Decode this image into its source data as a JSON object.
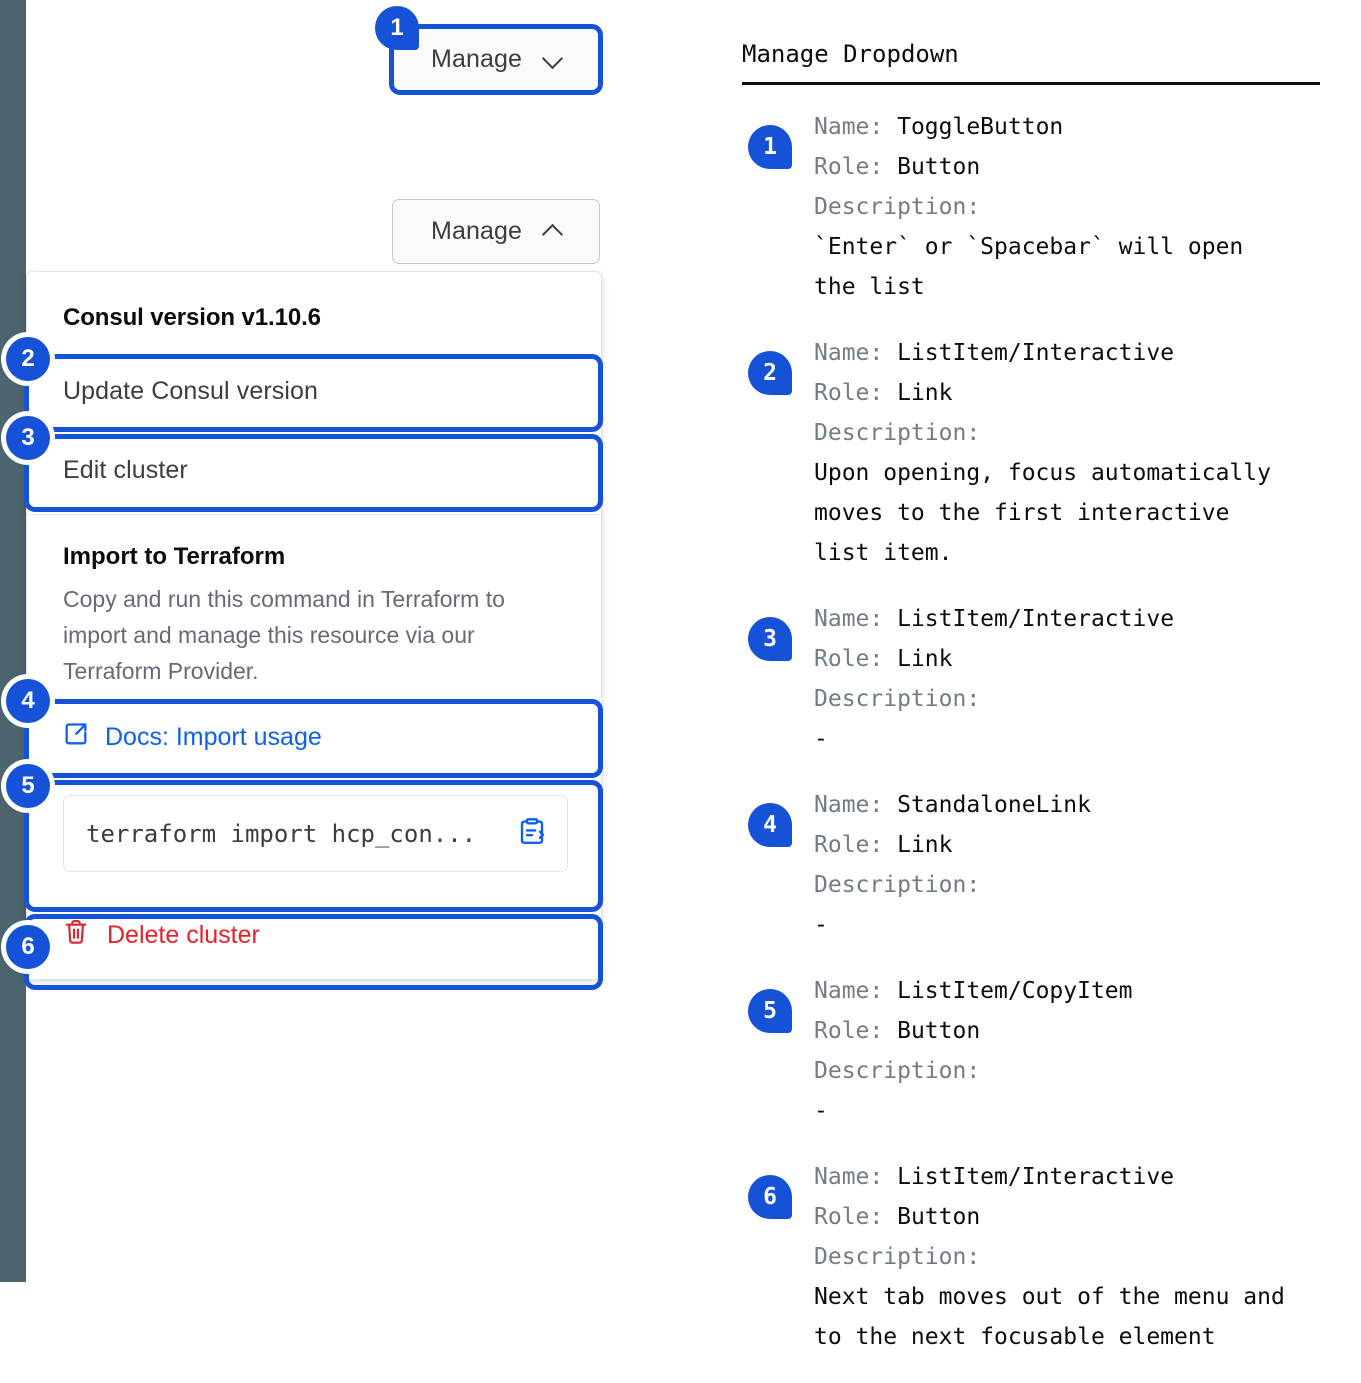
{
  "left_rail": {
    "color": "#4b646e"
  },
  "accent": {
    "blue": "#1552d8",
    "link": "#1060ee",
    "danger": "#e5232a"
  },
  "closed_button": {
    "label": "Manage",
    "icon": "chevron-down-icon"
  },
  "open_button": {
    "label": "Manage",
    "icon": "chevron-up-icon"
  },
  "dropdown": {
    "version_header": "Consul version v1.10.6",
    "items": [
      {
        "label": "Update Consul version"
      },
      {
        "label": "Edit cluster"
      }
    ],
    "terraform": {
      "title": "Import to Terraform",
      "body": "Copy and run this command in Terraform to import and manage this resource via our Terraform Provider.",
      "docs_link": "Docs: Import usage",
      "docs_icon": "external-link-icon",
      "command": "terraform import hcp_con...",
      "copy_icon": "copy-clipboard-icon"
    },
    "delete": {
      "label": "Delete cluster",
      "icon": "trash-icon"
    }
  },
  "markers": [
    {
      "n": "1"
    },
    {
      "n": "2"
    },
    {
      "n": "3"
    },
    {
      "n": "4"
    },
    {
      "n": "5"
    },
    {
      "n": "6"
    }
  ],
  "notes": {
    "title": "Manage Dropdown",
    "labels": {
      "name": "Name: ",
      "role": "Role: ",
      "description": "Description:"
    },
    "entries": [
      {
        "badge": "1",
        "name": "ToggleButton",
        "role": "Button",
        "description": "`Enter` or `Spacebar` will open\nthe list"
      },
      {
        "badge": "2",
        "name": "ListItem/Interactive",
        "role": "Link",
        "description": "Upon opening, focus automatically\nmoves to the first interactive\nlist item."
      },
      {
        "badge": "3",
        "name": "ListItem/Interactive",
        "role": "Link",
        "description": "-"
      },
      {
        "badge": "4",
        "name": "StandaloneLink",
        "role": "Link",
        "description": "-"
      },
      {
        "badge": "5",
        "name": "ListItem/CopyItem",
        "role": "Button",
        "description": "-"
      },
      {
        "badge": "6",
        "name": "ListItem/Interactive",
        "role": "Button",
        "description": "Next tab moves out of the menu and\nto the next focusable element"
      }
    ]
  }
}
